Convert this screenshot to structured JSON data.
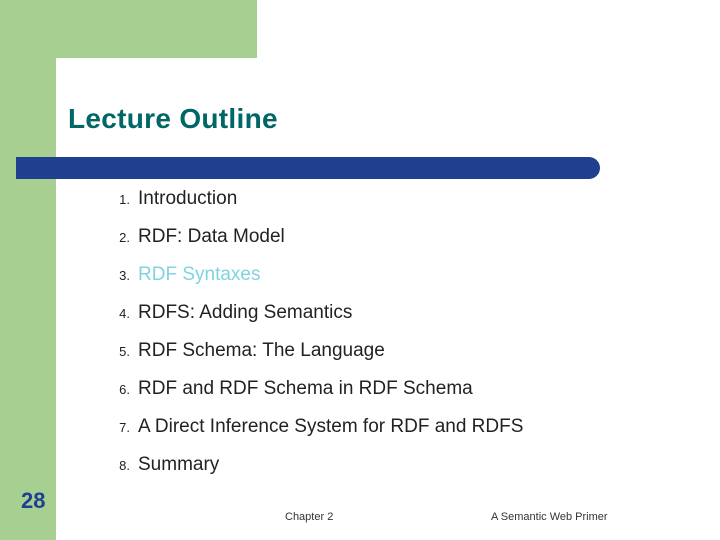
{
  "slide": {
    "title": "Lecture Outline",
    "page_number": "28",
    "footer": {
      "left": "Chapter 2",
      "right": "A Semantic Web Primer"
    },
    "colors": {
      "green_band": "#a8cf92",
      "title_teal": "#006666",
      "blue_bar": "#1f3f8f",
      "highlight_cyan": "#7fd4e0"
    },
    "outline": [
      {
        "num": "1.",
        "label": "Introduction",
        "highlight": false
      },
      {
        "num": "2.",
        "label": "RDF: Data Model",
        "highlight": false
      },
      {
        "num": "3.",
        "label": "RDF Syntaxes",
        "highlight": true
      },
      {
        "num": "4.",
        "label": "RDFS: Adding Semantics",
        "highlight": false
      },
      {
        "num": "5.",
        "label": "RDF Schema: The Language",
        "highlight": false
      },
      {
        "num": "6.",
        "label": "RDF and RDF Schema in RDF Schema",
        "highlight": false
      },
      {
        "num": "7.",
        "label": "A Direct Inference System for RDF and RDFS",
        "highlight": false
      },
      {
        "num": "8.",
        "label": "Summary",
        "highlight": false
      }
    ]
  }
}
